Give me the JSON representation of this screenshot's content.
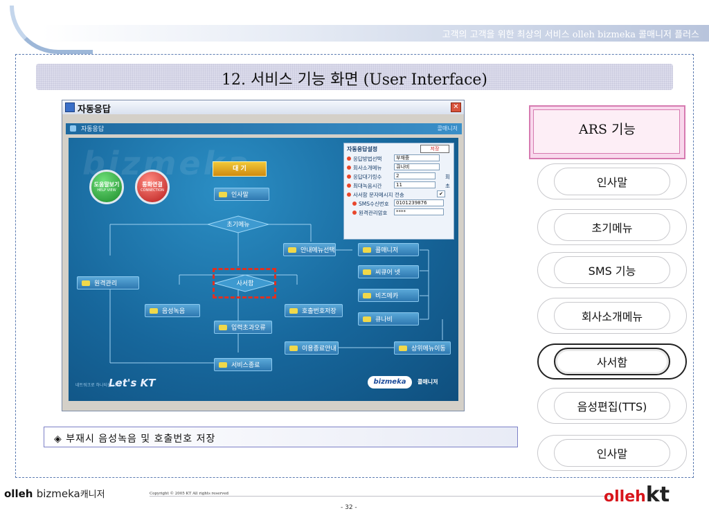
{
  "header": {
    "tagline": "고객의 고객을 위한 최상의 서비스 olleh bizmeka 콜매니저 플러스",
    "slide_title": "12. 서비스 기능 화면 (User Interface)"
  },
  "window": {
    "title": "자동응답",
    "subtitle": "자동응답",
    "subtitle_right": "콜매니저",
    "close_label": "✕",
    "watermark": "bizmeka",
    "circle_help": "도움말보기",
    "circle_help_en": "HELP VIEW",
    "circle_connect": "통화연결",
    "circle_connect_en": "CONNECTION",
    "daegi": "대 기",
    "nodes": {
      "greeting": "인사말",
      "initial_menu": "초기메뉴",
      "remote": "원격관리",
      "voicemail": "사서함",
      "voice_record": "음성녹음",
      "menu_select": "안내메뉴선택",
      "call_manager": "콜매니저",
      "secure_net": "씨큐어 넷",
      "bizmeka": "비즈메카",
      "qnb": "큐나비",
      "caller_save": "호출번호저장",
      "input_error": "입력초과오류",
      "usage_end": "이용종료안내",
      "upper_menu": "상위메뉴이동",
      "service_end": "서비스종료"
    },
    "panel": {
      "heading": "자동응답설정",
      "save": "저장",
      "rows": [
        {
          "label": "응답방법선택",
          "value": "부재중"
        },
        {
          "label": "회사소개메뉴",
          "value": "큐나비"
        },
        {
          "label": "응답대기링수",
          "value": "2",
          "unit": "회"
        },
        {
          "label": "최대녹음시간",
          "value": "11",
          "unit": "초"
        },
        {
          "label": "사서함 문자메시지 전송",
          "value": "✔"
        },
        {
          "label": "SMS수신번호",
          "value": "0101239876"
        },
        {
          "label": "원격관리암호",
          "value": "****"
        }
      ]
    },
    "footer_small": "네트워크로 하나되는 나라",
    "lets_kt": "Let's KT",
    "biz_logo": "bizmeka",
    "biz_kor": "콜매니저"
  },
  "side_menu": {
    "heading": "ARS 기능",
    "items": [
      {
        "label": "인사말",
        "active": false
      },
      {
        "label": "초기메뉴",
        "active": false
      },
      {
        "label": "SMS 기능",
        "active": false
      },
      {
        "label": "회사소개메뉴",
        "active": false
      },
      {
        "label": "사서함",
        "active": true
      },
      {
        "label": "음성편집(TTS)",
        "active": false
      },
      {
        "label": "인사말",
        "active": false
      }
    ]
  },
  "note": "◈ 부재시 음성녹음 및 호출번호 저장",
  "footer": {
    "brand_left": "olleh",
    "brand_left_2": "bizmeka",
    "brand_left_3": "캐니저",
    "copyright": "Copyright © 2005 KT All rights reserved",
    "page": "- 32 -",
    "brand_right": "olleh",
    "brand_right_kt": "kt"
  },
  "colors": {
    "accent_pink": "#d67ab0",
    "active_border": "#222222",
    "brand_red": "#d8161c"
  }
}
